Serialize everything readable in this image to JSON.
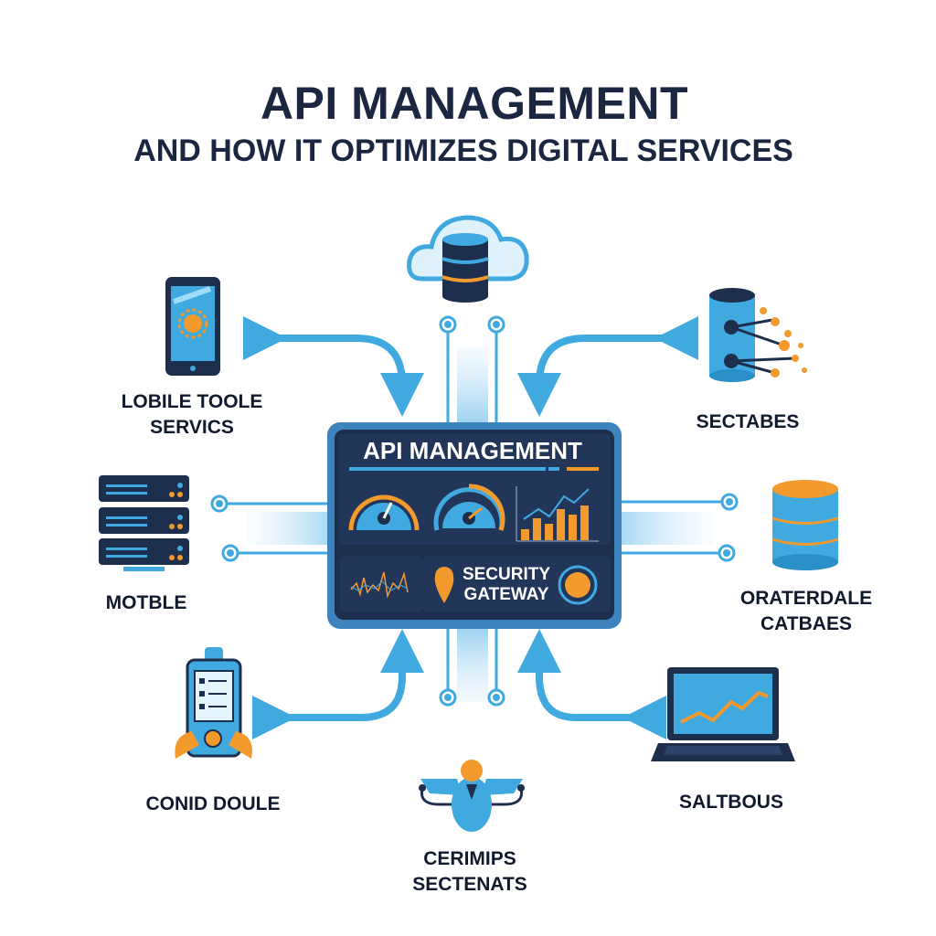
{
  "title": "API MANAGEMENT",
  "subtitle": "AND HOW IT OPTIMIZES DIGITAL SERVICES",
  "center_panel": {
    "title": "API MANAGEMENT",
    "security_line1": "SECURITY",
    "security_line2": "GATEWAY"
  },
  "nodes": {
    "mobile": {
      "line1": "LOBILE TOOLE",
      "line2": "SERVICS"
    },
    "server": {
      "line1": "MOTBLE"
    },
    "handheld": {
      "line1": "CONID DOULE"
    },
    "person": {
      "line1": "CERIMIPS",
      "line2": "SECTENATS"
    },
    "laptop": {
      "line1": "SALTBOUS"
    },
    "database_right": {
      "line1": "ORATERDALE",
      "line2": "CATBAES"
    },
    "network_db": {
      "line1": "SECTABES"
    }
  },
  "colors": {
    "navy": "#1e2f4d",
    "blue": "#3fa9e0",
    "orange": "#f29a2e",
    "text": "#14213a"
  }
}
